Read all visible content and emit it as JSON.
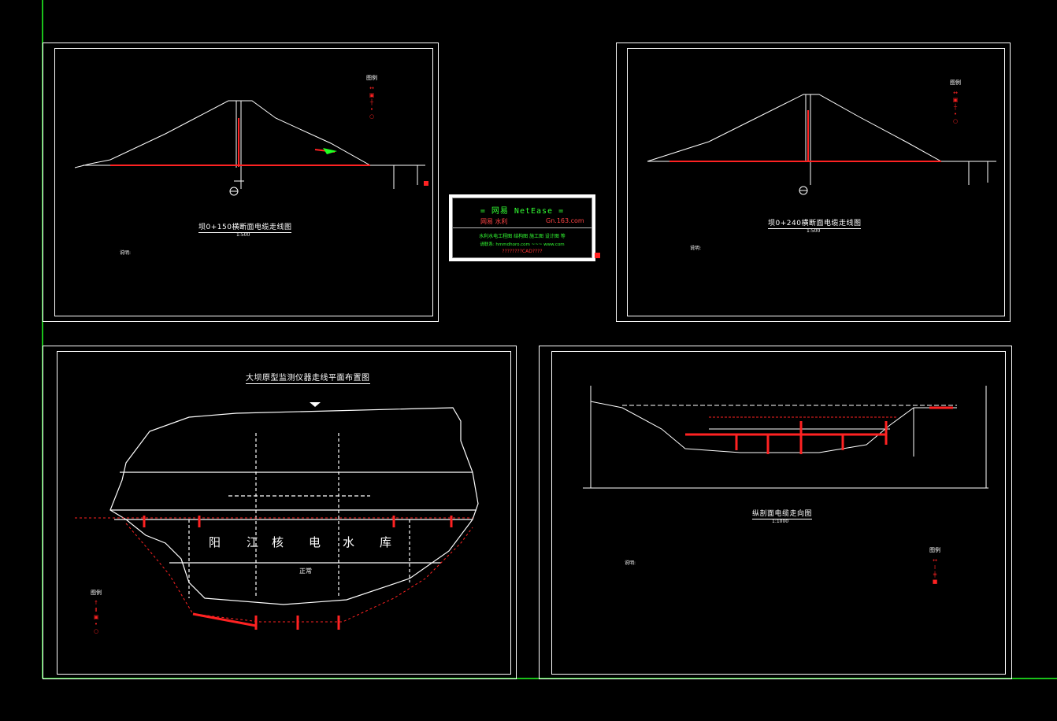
{
  "colors": {
    "background": "#000000",
    "line": "#ffffff",
    "accent": "#ff2222",
    "green": "#33ff33"
  },
  "sheet1": {
    "title": "坝0+150横断面电缆走线图",
    "scale": "1:500",
    "notes_heading": "说明:",
    "legend_heading": "图例"
  },
  "sheet2": {
    "title": "坝0+240横断面电缆走线图",
    "scale": "1:500",
    "notes_heading": "说明:",
    "legend_heading": "图例"
  },
  "sheet3": {
    "title": "大坝原型监测仪器走线平面布置图",
    "legend_heading": "图例",
    "label_section": "正常",
    "reservoir_chars": [
      "阳",
      "江",
      "核",
      "电",
      "水",
      "库"
    ]
  },
  "sheet4": {
    "title": "纵剖面电缆走向图",
    "scale": "1:1000",
    "notes_heading": "说明:",
    "legend_heading": "图例"
  },
  "brand": {
    "line1": "= 网易 NetEase =",
    "line2_left": "网易 水利",
    "line2_right": "Gn.163.com",
    "line3": "水利水电工程图 结构图 施工图 设计图 等",
    "line4": "请联系: hmmdhoro.com ~~~ www.com",
    "line5": "????????CAD????"
  }
}
